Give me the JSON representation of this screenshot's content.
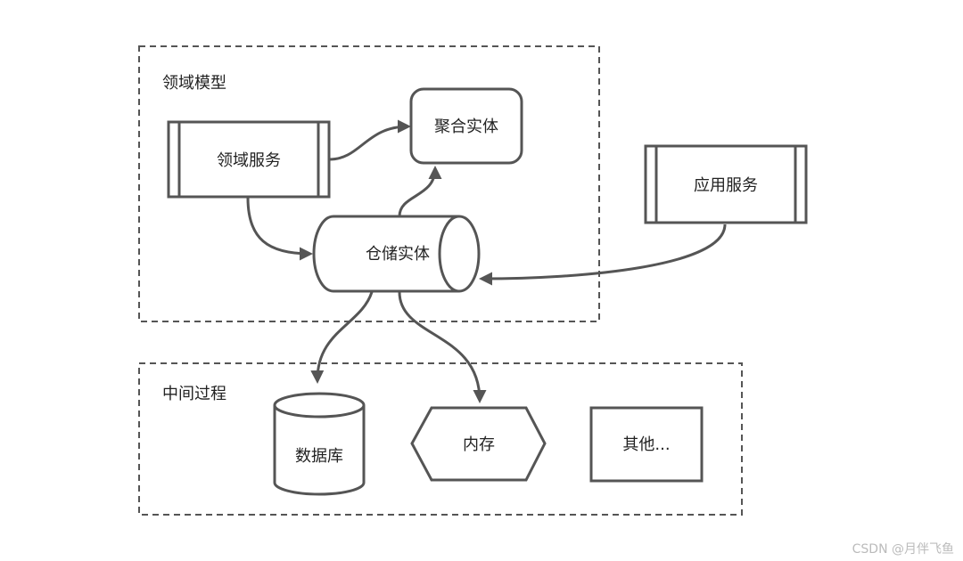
{
  "groups": {
    "domain_model": {
      "label": "领域模型"
    },
    "intermediate": {
      "label": "中间过程"
    }
  },
  "nodes": {
    "domain_service": {
      "label": "领域服务"
    },
    "aggregate_entity": {
      "label": "聚合实体"
    },
    "repository_entity": {
      "label": "仓储实体"
    },
    "app_service": {
      "label": "应用服务"
    },
    "database": {
      "label": "数据库"
    },
    "memory": {
      "label": "内存"
    },
    "others": {
      "label": "其他..."
    }
  },
  "watermark": "CSDN @月伴飞鱼",
  "colors": {
    "stroke": "#555555",
    "text": "#222222",
    "background": "#ffffff"
  }
}
